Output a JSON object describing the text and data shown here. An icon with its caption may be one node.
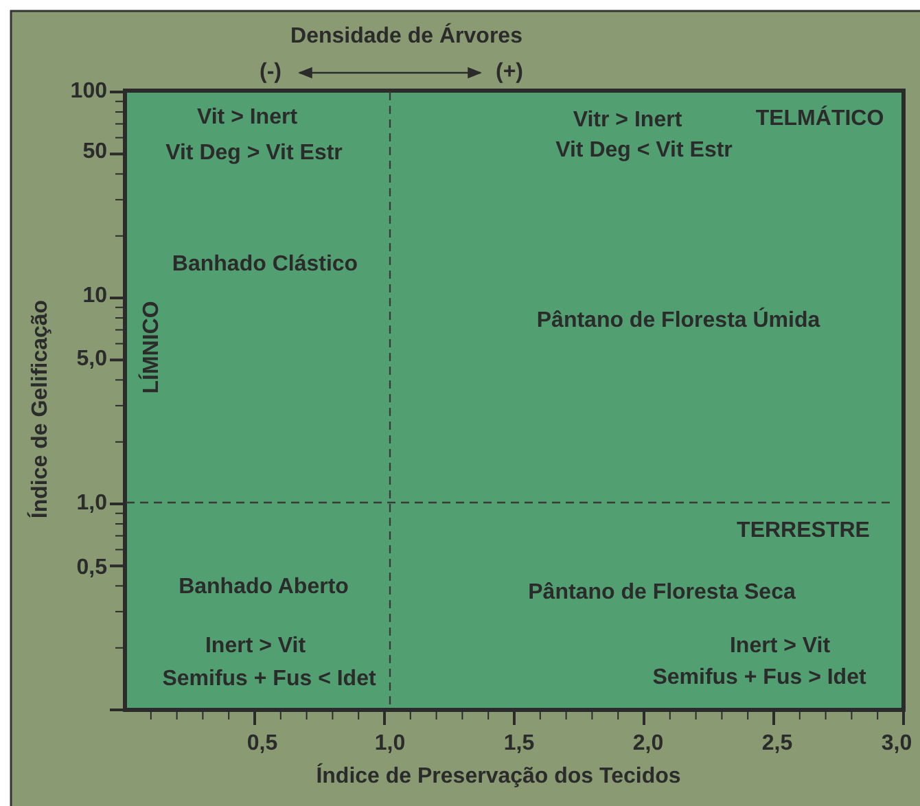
{
  "diagram": {
    "labels": [
      "Densidade de Árvores",
      "(-)",
      "(+)",
      "100",
      "Vit > Inert",
      "Vitr > Inert",
      "TELMÁTICO",
      "50",
      "Vit Deg > Vit Estr",
      "Vit Deg < Vit Estr",
      "Banhado Clástico",
      "10",
      "Índice de Gelificação",
      "LÍMNICO",
      "Pântano de Floresta Úmida",
      "5,0",
      "1,0",
      "TERRESTRE",
      "0,5",
      "Banhado Aberto",
      "Pântano de Floresta Seca",
      "Inert > Vit",
      "Inert > Vit",
      "Semifus + Fus < Idet",
      "Semifus + Fus > Idet",
      "0,5",
      "1,0",
      "1,5",
      "2,0",
      "2,5",
      "3,0",
      "Índice de Preservação dos Tecidos"
    ]
  }
}
